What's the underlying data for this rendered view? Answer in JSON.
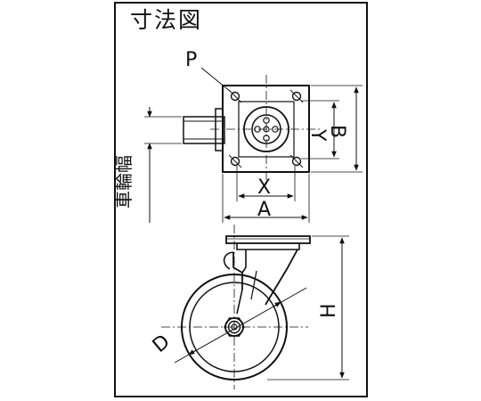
{
  "title": "寸法図",
  "labels": {
    "P": "P",
    "X": "X",
    "A": "A",
    "Y": "Y",
    "B": "B",
    "H": "H",
    "D": "D",
    "wheel_width": "車輪幅"
  },
  "colors": {
    "line": "#111111",
    "background": "#ffffff"
  }
}
